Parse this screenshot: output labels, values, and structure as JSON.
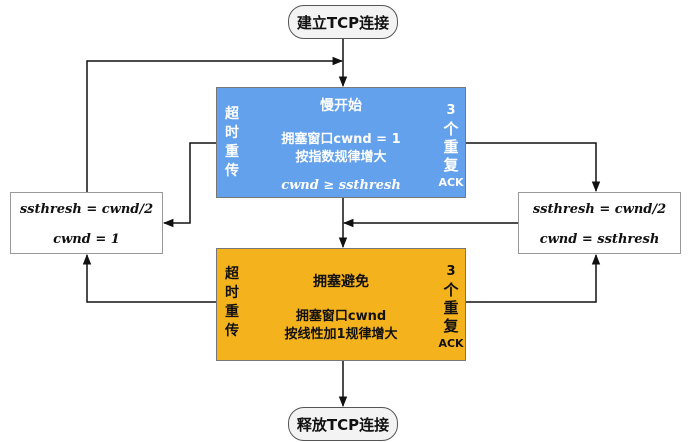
{
  "start": "建立TCP连接",
  "end": "释放TCP连接",
  "slow_start": {
    "title": "慢开始",
    "line1": "拥塞窗口cwnd = 1",
    "line2": "按指数规律增大",
    "condition": "cwnd ≥ ssthresh",
    "left_label": [
      "超",
      "时",
      "重",
      "传"
    ],
    "right_label": [
      "3",
      "个",
      "重",
      "复",
      "ACK"
    ]
  },
  "congestion_avoidance": {
    "title": "拥塞避免",
    "line1": "拥塞窗口cwnd",
    "line2": "按线性加1规律增大",
    "left_label": [
      "超",
      "时",
      "重",
      "传"
    ],
    "right_label": [
      "3",
      "个",
      "重",
      "复",
      "ACK"
    ]
  },
  "timeout_box": {
    "row1": "ssthresh = cwnd/2",
    "row2": "cwnd = 1"
  },
  "dupack_box": {
    "row1": "ssthresh = cwnd/2",
    "row2": "cwnd = ssthresh"
  },
  "colors": {
    "slow_start_fill": "#63a1ec",
    "avoidance_fill": "#f4b21d",
    "arrow": "#111111"
  }
}
